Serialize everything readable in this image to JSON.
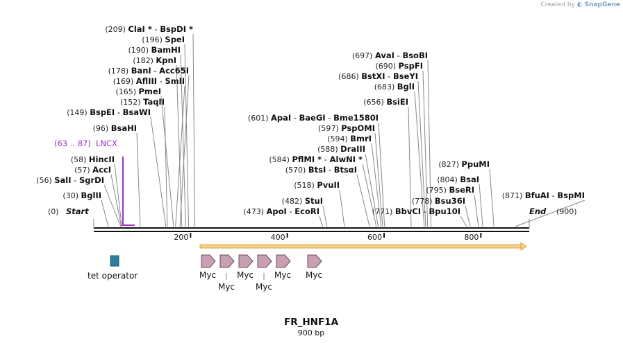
{
  "credit": {
    "prefix": "Created by",
    "brand": "SnapGene"
  },
  "plasmid": {
    "name": "FR_HNF1A",
    "size_label": "900 bp",
    "length": 900
  },
  "terminals": {
    "start_pos": "(0)",
    "start_label": "Start",
    "end_pos": "(900)",
    "end_label": "End"
  },
  "colors": {
    "backbone": "#111111",
    "feature_purple": "#9b30c8",
    "arrow_fill": "#f6d18a",
    "arrow_stroke": "#d9a441",
    "myc_fill": "#c8a0b4",
    "tet_fill": "#2f7f9a",
    "label_line": "#888888"
  },
  "ruler": {
    "ticks": [
      {
        "value": 200,
        "label": "200"
      },
      {
        "value": 400,
        "label": "400"
      },
      {
        "value": 600,
        "label": "600"
      },
      {
        "value": 800,
        "label": "800"
      }
    ]
  },
  "sites": [
    {
      "pos": 209,
      "pos_label": "(209)",
      "names": [
        "ClaI *",
        "BspDI *"
      ]
    },
    {
      "pos": 196,
      "pos_label": "(196)",
      "names": [
        "SpeI"
      ]
    },
    {
      "pos": 190,
      "pos_label": "(190)",
      "names": [
        "BamHI"
      ]
    },
    {
      "pos": 182,
      "pos_label": "(182)",
      "names": [
        "KpnI"
      ]
    },
    {
      "pos": 178,
      "pos_label": "(178)",
      "names": [
        "BanI",
        "Acc65I"
      ]
    },
    {
      "pos": 169,
      "pos_label": "(169)",
      "names": [
        "AflIII",
        "SmlI"
      ]
    },
    {
      "pos": 165,
      "pos_label": "(165)",
      "names": [
        "PmeI"
      ]
    },
    {
      "pos": 152,
      "pos_label": "(152)",
      "names": [
        "TaqII"
      ]
    },
    {
      "pos": 149,
      "pos_label": "(149)",
      "names": [
        "BspEI",
        "BsaWI"
      ]
    },
    {
      "pos": 96,
      "pos_label": "(96)",
      "names": [
        "BsaHI"
      ]
    },
    {
      "pos": 58,
      "pos_label": "(58)",
      "names": [
        "HincII"
      ]
    },
    {
      "pos": 57,
      "pos_label": "(57)",
      "names": [
        "AccI"
      ]
    },
    {
      "pos": 56,
      "pos_label": "(56)",
      "names": [
        "SalI",
        "SgrDI"
      ]
    },
    {
      "pos": 30,
      "pos_label": "(30)",
      "names": [
        "BglII"
      ]
    },
    {
      "pos": 697,
      "pos_label": "(697)",
      "names": [
        "AvaI",
        "BsoBI"
      ]
    },
    {
      "pos": 690,
      "pos_label": "(690)",
      "names": [
        "PspFI"
      ]
    },
    {
      "pos": 686,
      "pos_label": "(686)",
      "names": [
        "BstXI",
        "BseYI"
      ]
    },
    {
      "pos": 683,
      "pos_label": "(683)",
      "names": [
        "BglI"
      ]
    },
    {
      "pos": 656,
      "pos_label": "(656)",
      "names": [
        "BsiEI"
      ]
    },
    {
      "pos": 601,
      "pos_label": "(601)",
      "names": [
        "ApaI",
        "BaeGI",
        "Bme1580I"
      ]
    },
    {
      "pos": 597,
      "pos_label": "(597)",
      "names": [
        "PspOMI"
      ]
    },
    {
      "pos": 594,
      "pos_label": "(594)",
      "names": [
        "BmrI"
      ]
    },
    {
      "pos": 588,
      "pos_label": "(588)",
      "names": [
        "DraIII"
      ]
    },
    {
      "pos": 584,
      "pos_label": "(584)",
      "names": [
        "PflMI *",
        "AlwNI *"
      ]
    },
    {
      "pos": 570,
      "pos_label": "(570)",
      "names": [
        "BtsI",
        "BtsαI"
      ]
    },
    {
      "pos": 518,
      "pos_label": "(518)",
      "names": [
        "PvuII"
      ]
    },
    {
      "pos": 482,
      "pos_label": "(482)",
      "names": [
        "StuI"
      ]
    },
    {
      "pos": 473,
      "pos_label": "(473)",
      "names": [
        "ApoI",
        "EcoRI"
      ]
    },
    {
      "pos": 827,
      "pos_label": "(827)",
      "names": [
        "PpuMI"
      ]
    },
    {
      "pos": 804,
      "pos_label": "(804)",
      "names": [
        "BsaI"
      ]
    },
    {
      "pos": 795,
      "pos_label": "(795)",
      "names": [
        "BseRI"
      ]
    },
    {
      "pos": 778,
      "pos_label": "(778)",
      "names": [
        "Bsu36I"
      ]
    },
    {
      "pos": 771,
      "pos_label": "(771)",
      "names": [
        "BbvCI",
        "Bpu10I"
      ]
    },
    {
      "pos": 871,
      "pos_label": "(871)",
      "names": [
        "BfuAI",
        "BspMI"
      ]
    }
  ],
  "features": {
    "lncx": {
      "label": "LNCX",
      "range_label": "(63 .. 87)",
      "start": 63,
      "end": 87
    },
    "tet_operator": {
      "label": "tet operator"
    },
    "myc_tags": [
      {
        "label": "Myc"
      },
      {
        "label": "Myc"
      },
      {
        "label": "Myc"
      },
      {
        "label": "Myc"
      },
      {
        "label": "Myc"
      },
      {
        "label": "Myc"
      }
    ]
  }
}
